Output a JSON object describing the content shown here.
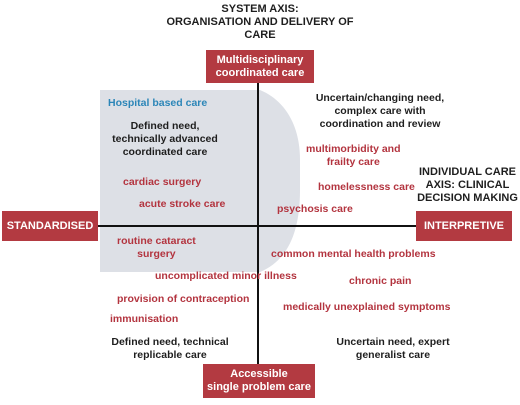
{
  "system_axis_title": {
    "line1": "SYSTEM AXIS:",
    "line2": "ORGANISATION AND DELIVERY OF",
    "line3": "CARE"
  },
  "individual_axis_title": {
    "line1": "INDIVIDUAL CARE",
    "line2": "AXIS: CLINICAL",
    "line3": "DECISION MAKING"
  },
  "boxes": {
    "top": {
      "line1": "Multidisciplinary",
      "line2": "coordinated care"
    },
    "bottom": {
      "line1": "Accessible",
      "line2": "single problem care"
    },
    "left": "STANDARDISED",
    "right": "INTERPRETIVE"
  },
  "hospital_based_care": "Hospital based care",
  "quadrants": {
    "top_left": {
      "line1": "Defined need,",
      "line2": "technically advanced",
      "line3": "coordinated care"
    },
    "top_right": {
      "line1": "Uncertain/changing need,",
      "line2": "complex care with",
      "line3": "coordination and review"
    },
    "bottom_left": {
      "line1": "Defined need, technical",
      "line2": "replicable care"
    },
    "bottom_right": {
      "line1": "Uncertain need, expert",
      "line2": "generalist care"
    }
  },
  "conditions": {
    "cardiac_surgery": "cardiac surgery",
    "acute_stroke_care": "acute stroke care",
    "routine_cataract_1": "routine cataract",
    "routine_cataract_2": "surgery",
    "multimorbidity_1": "multimorbidity and",
    "multimorbidity_2": "frailty care",
    "homelessness_care": "homelessness care",
    "psychosis_care": "psychosis care",
    "common_mental_health": "common mental health problems",
    "uncomplicated_minor_illness": "uncomplicated minor illness",
    "chronic_pain": "chronic pain",
    "provision_of_contraception": "provision of contraception",
    "medically_unexplained": "medically unexplained symptoms",
    "immunisation": "immunisation"
  },
  "colors": {
    "box": "#b33a41",
    "condition_text": "#b3343f",
    "hospital_label": "#2c86b8",
    "hospital_region": "#dde0e6"
  }
}
